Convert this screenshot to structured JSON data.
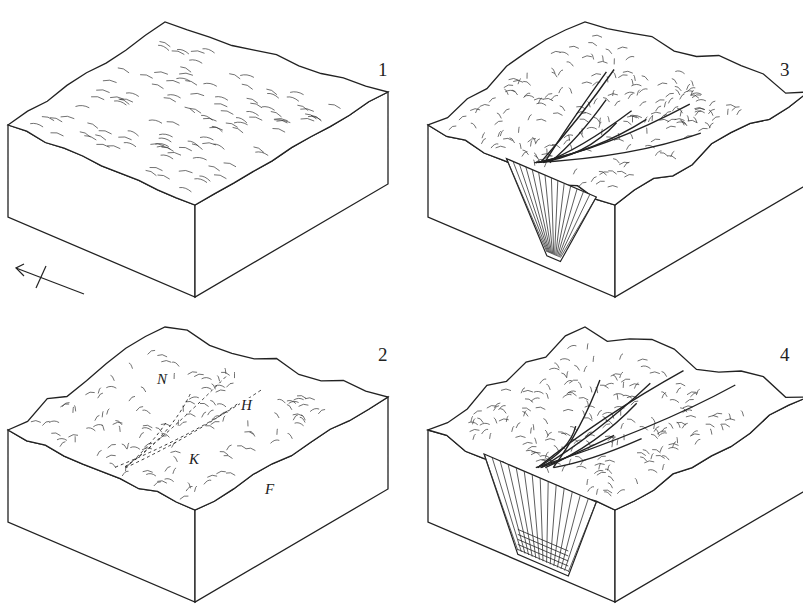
{
  "diagram": {
    "labels": [
      "1",
      "3",
      "2",
      "4",
      "N",
      "H",
      "K",
      "F"
    ]
  }
}
